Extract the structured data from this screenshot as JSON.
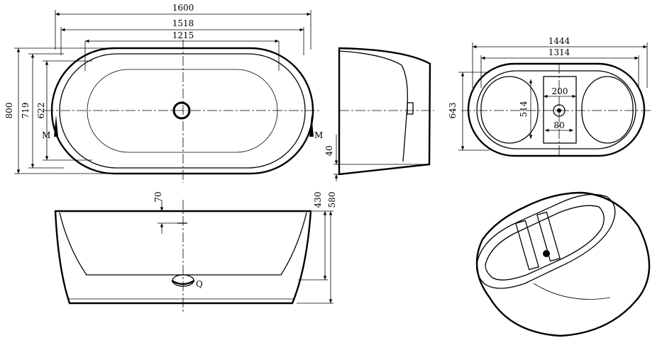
{
  "top_view": {
    "dim_total_length": "1600",
    "dim_outer_length": "1518",
    "dim_inner_length": "1215",
    "dim_total_width": "800",
    "dim_outer_width": "719",
    "dim_inner_width": "622",
    "mark_left": "M",
    "mark_right": "M"
  },
  "side_view": {
    "dim_base": "40"
  },
  "front_view": {
    "dim_drain_offset": "70",
    "dim_inner_depth": "430",
    "dim_total_height": "580",
    "mark_drain": "Q"
  },
  "insert_view": {
    "dim_outer_length": "1444",
    "dim_inner_length": "1314",
    "dim_width": "643",
    "dim_compartment_width": "200",
    "dim_compartment_depth": "514",
    "dim_drain_size": "80"
  }
}
